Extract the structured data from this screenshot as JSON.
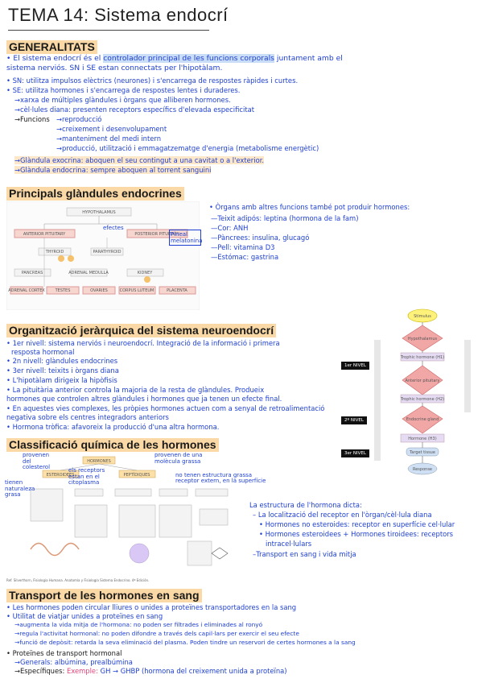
{
  "title": "TEMA 14: Sistema endocrí",
  "gen": {
    "heading": "GENERALITATS",
    "l1a": "• El sistema endocrí és el",
    "l1b": "controlador principal de les funcions corporals",
    "l1c": "juntament amb el",
    "l2": "sistema nerviós. SN i SE estan connectats per l'hipotàlam.",
    "l3": "• SN: utilitza impulsos elèctrics (neurones) i s'encarrega de respostes ràpides i curtes.",
    "l4": "• SE: utilitza hormones i s'encarrega de respostes lentes i duraderes.",
    "l5": "→xarxa de múltiples glàndules i òrgans que alliberen hormones.",
    "l6": "→cèl·lules diana: presenten receptors específics d'elevada especificitat",
    "l7a": "→Funcions",
    "f1": "→reproducció",
    "f2": "→creixement i desenvolupament",
    "f3": "→manteniment del medi intern",
    "f4": "→producció, utilització i emmagatzematge d'energia (metabolisme energètic)",
    "l8": "→Glàndula exocrina: aboquen el seu contingut a una cavitat o a l'exterior.",
    "l9": "→Glàndula endocrina: sempre aboquen al torrent sanguini"
  },
  "glands": {
    "heading": "Principals glàndules endocrines",
    "diagram_labels": [
      "HYPOTHALAMUS",
      "ANTERIOR PITUITARY",
      "POSTERIOR PITUITARY",
      "THYROID",
      "PARATHYROID",
      "PANCREAS",
      "ADRENAL MEDULLA",
      "KIDNEY",
      "ADRENAL CORTEX",
      "TESTES",
      "OVARIES",
      "CORPUS LUTEUM",
      "PLACENTA"
    ],
    "arrow_note": "efectes",
    "side_note": "Pineal melatonina",
    "organs_title": "• Òrgans amb altres funcions també pot produir hormones:",
    "o1": "—Teixit adipós: leptina (hormona de la fam)",
    "o2": "—Cor: ANH",
    "o3": "—Pàncrees: insulina, glucagó",
    "o4": "—Pell: vitamina D3",
    "o5": "—Estómac: gastrina"
  },
  "org": {
    "heading": "Organització jeràrquica del sistema neuroendocrí",
    "l1": "• 1er nivell: sistema nerviós i neuroendocrí. Integració de la informació i primera",
    "l1b": "resposta hormonal",
    "l2": "• 2n nivell: glàndules endocrines",
    "l3": "• 3er nivell: teixits i òrgans diana",
    "l4": "• L'hipotàlam dirigeix la hipòfisis",
    "l5": "• La pituitària anterior controla la majoria de la resta de glàndules. Produeix",
    "l5b": "hormones que controlen altres glàndules i hormones que ja tenen un efecte final.",
    "l6": "• En aquestes vies complexes, les pròpies hormones actuen com a senyal de retroalimentació",
    "l6b": "negativa sobre els centres integradors anteriors",
    "l7": "• Hormona tròfica: afavoreix la producció d'una altra hormona.",
    "flow": [
      "Stimulus",
      "Hypothalamus",
      "Trophic hormone (H1)",
      "Anterior pituitary",
      "Trophic hormone (H2)",
      "Endocrine gland",
      "Hormone (H3)",
      "Target tissue",
      "Response"
    ],
    "levels": [
      "1er NIVEL",
      "2º NIVEL",
      "3er NIVEL"
    ]
  },
  "chem": {
    "heading": "Classificació química de les hormones",
    "note1": "provenen del colesterol",
    "note2": "els receptors estan en el citoplasma",
    "note3": "provenen de una molècula grassa",
    "note4": "no tenen estructura grassa",
    "note5": "receptor extern, en la superfície",
    "note6": "tienen naturaleza grasa",
    "box_top": "HORMONES",
    "box_l": "ESTEROIDEES",
    "box_r": "PEPTÍDIQUES",
    "source": "Ref. Silverthorn, Fisiologia Humana. Anatomía y Fisiología Sistema Endocrino. 4ª Edición.",
    "s1": "La estructura de l'hormona dicta:",
    "s2": "– La localització del receptor en l'òrgan/cèl·lula diana",
    "s3": "• Hormones no esteroides: receptor en superfície cel·lular",
    "s4": "• Hormones esteroidees + Hormones tiroidees: receptors",
    "s4b": "intracel·lulars",
    "s5": "–Transport en sang i vida mitja"
  },
  "trans": {
    "heading": "Transport de les hormones en sang",
    "l1": "• Les hormones poden circular lliures o unides a proteïnes transportadores en la sang",
    "l2": "• Utilitat de viatjar unides a proteïnes en sang",
    "l3": "→augmenta la vida mitja de l'hormona: no poden ser filtrades i eliminades al ronyó",
    "l4": "→regula l'activitat hormonal: no poden difondre a través dels capil·lars per exercir el seu efecte",
    "l5": "→funció de depòsit: retarda la seva eliminació del plasma. Poden tindre un reservori de certes hormones a la sang",
    "l6": "• Proteïnes de transport hormonal",
    "l7": "→Generals: albúmina, prealbúmina",
    "l8a": "→Específiques:",
    "l8b": "Exemple:",
    "l8c": "GH → GHBP (hormona del creixement unida a proteïna)"
  }
}
